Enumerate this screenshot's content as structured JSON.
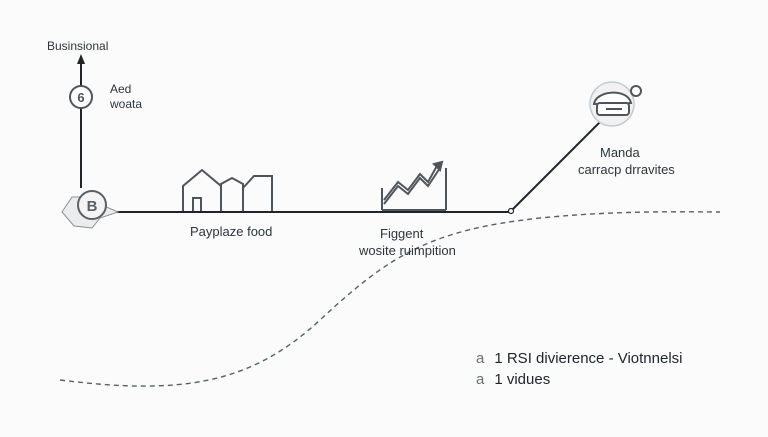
{
  "diagram": {
    "top_label": "Businsional",
    "left_note_line1": "Aed",
    "left_note_line2": "woata",
    "node1_label": "Payplaze food",
    "node2_line1": "Figgent",
    "node2_line2": "wosite ruimpition",
    "node3_line1": "Manda",
    "node3_line2": "carracp drravites",
    "legend": [
      {
        "mark": "a",
        "text": "1 RSI divierence - Viotnnelsi"
      },
      {
        "mark": "a",
        "text": "1 vidues"
      }
    ],
    "colors": {
      "line": "#20252c",
      "icon": "#4f555c",
      "dashed": "#55606e",
      "background": "#fbfbfb"
    }
  }
}
